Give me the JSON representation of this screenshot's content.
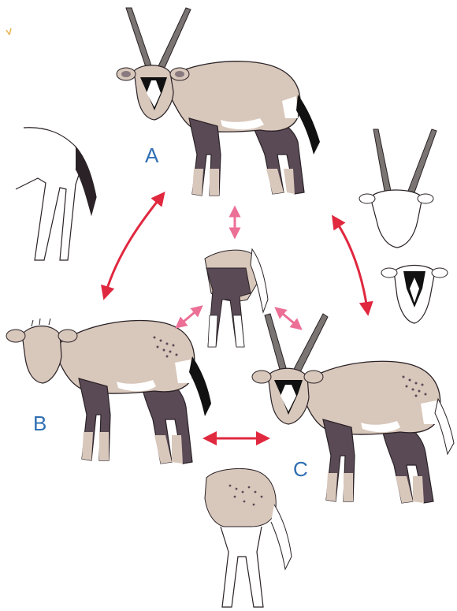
{
  "labels": {
    "a": "A",
    "b": "B",
    "c": "C"
  },
  "colors": {
    "body": "#d8c7bb",
    "legs": "#5a4a56",
    "outline": "#2a2226",
    "face_black": "#111111",
    "horn": "#7a7572",
    "white": "#ffffff",
    "label": "#2f6fb3",
    "arrow_main": "#e0283f",
    "arrow_small": "#ec6f96"
  },
  "arrows": {
    "main": [
      {
        "name": "arrow-a-b",
        "style": "double-headed"
      },
      {
        "name": "arrow-a-c",
        "style": "double-headed"
      },
      {
        "name": "arrow-b-c",
        "style": "double-headed"
      }
    ],
    "center": [
      {
        "name": "arrow-center-a",
        "style": "double-headed"
      },
      {
        "name": "arrow-center-b",
        "style": "double-headed"
      },
      {
        "name": "arrow-center-c",
        "style": "double-headed"
      }
    ]
  }
}
